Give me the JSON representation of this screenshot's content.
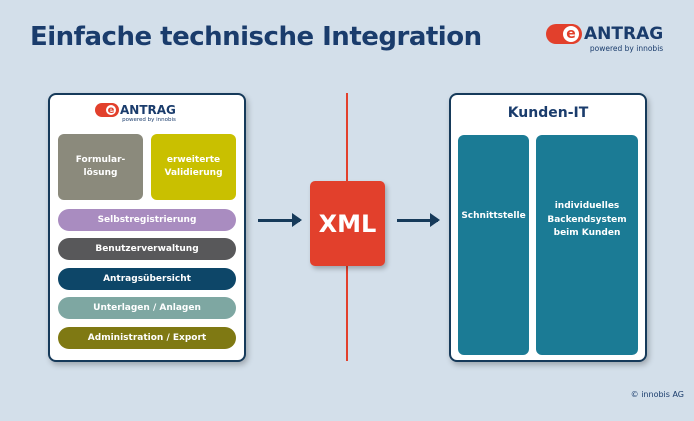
{
  "title": "Einfache technische Integration",
  "logo": {
    "e": "e",
    "word": "ANTRAG",
    "sub": "powered by innobis"
  },
  "left_panel": {
    "boxes": [
      {
        "label": "Formular-\nlösung",
        "color": "#8b8a7c"
      },
      {
        "label": "erweiterte\nValidierung",
        "color": "#c9c000"
      }
    ],
    "modules": [
      {
        "label": "Selbstregistrierung",
        "color": "#a98cc0"
      },
      {
        "label": "Benutzerverwaltung",
        "color": "#58585a"
      },
      {
        "label": "Antragsübersicht",
        "color": "#0d4668"
      },
      {
        "label": "Unterlagen / Anlagen",
        "color": "#7ea7a2"
      },
      {
        "label": "Administration / Export",
        "color": "#7f7913"
      }
    ]
  },
  "center": {
    "label": "XML",
    "color": "#e2402c"
  },
  "right_panel": {
    "title": "Kunden-IT",
    "columns": [
      "Schnittstelle",
      "individuelles\nBackendsystem\nbeim Kunden"
    ],
    "color": "#1b7b95"
  },
  "copyright": "© innobis AG"
}
